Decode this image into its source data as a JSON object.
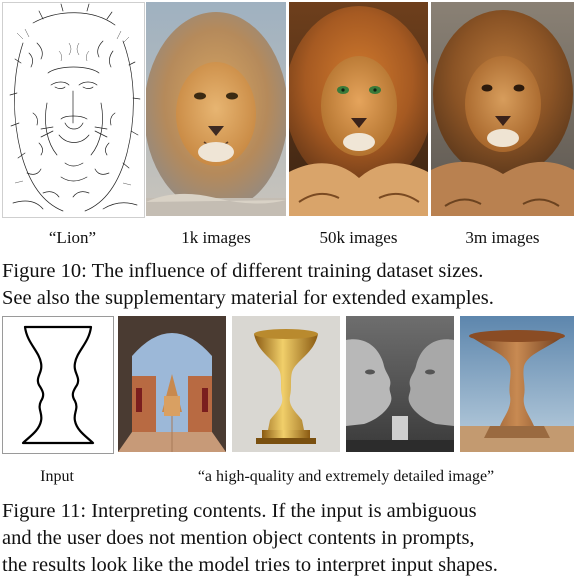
{
  "figure10": {
    "labels": [
      "“Lion”",
      "1k images",
      "50k images",
      "3m images"
    ],
    "caption": [
      "Figure 10: The influence of different training dataset sizes.",
      "See also the supplementary material for extended examples."
    ]
  },
  "figure11": {
    "input_label": "Input",
    "prompt_label": "“a high-quality and extremely detailed image”",
    "caption": [
      "Figure 11: Interpreting contents. If the input is ambiguous",
      "and the user does not mention object contents in prompts,",
      "the results look like the model tries to interpret input shapes."
    ]
  }
}
